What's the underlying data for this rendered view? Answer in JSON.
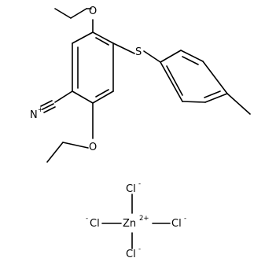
{
  "structure": {
    "atoms": {
      "o_top": "O",
      "o_bottom": "O",
      "s": "S",
      "n_diazonium": "N",
      "n_plus_charge": "+",
      "zn": "Zn",
      "zn_charge": "2+",
      "cl_top": "Cl",
      "cl_top_charge": "-",
      "cl_left": "Cl",
      "cl_left_charge": "-",
      "cl_right": "Cl",
      "cl_right_charge": "-",
      "cl_bottom": "Cl",
      "cl_bottom_charge": "-"
    },
    "colors": {
      "ink": "#000000",
      "background": "#ffffff"
    }
  }
}
